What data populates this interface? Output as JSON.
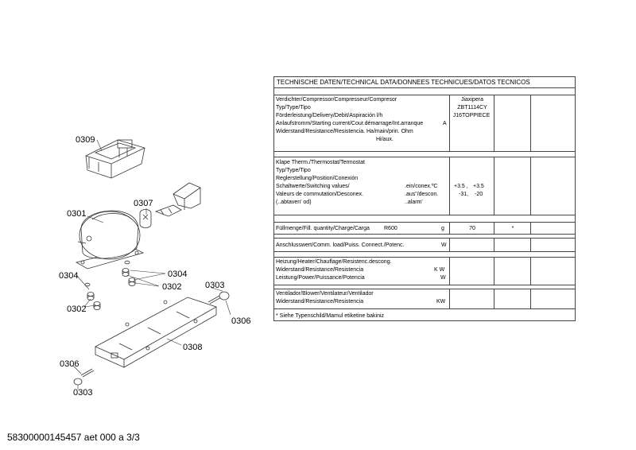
{
  "labels": {
    "p0309": "0309",
    "p0307": "0307",
    "p0301": "0301",
    "p0304a": "0304",
    "p0304b": "0304",
    "p0302a": "0302",
    "p0302b": "0302",
    "p0303a": "0303",
    "p0306a": "0306",
    "p0308": "0308",
    "p0306b": "0306",
    "p0303b": "0303"
  },
  "footer": "58300000145457 aet 000 a 3/3",
  "table": {
    "header": "TECHNISCHE DATEN/TECHNICAL DATA/DONNEES TECHNICUES/DATOS TECNICOS",
    "compressor": {
      "rows": [
        "Verdichter/Compressor/Compresseur/Compresor",
        "Typ/Type/Tipo",
        "Förderleistung/Delivery/Debit/Aspiración l/h",
        "Anlaufstromm/Starting current/Cour.démarrage/Int.arranque",
        "Widerstand/Resistance/Resistencia. Ha/main/prin. Ohm"
      ],
      "hiaux": "Hi/aux.",
      "unit_a": "A",
      "value1": "Jiaxipera",
      "value2": "ZBT1114CY",
      "value3": "J16TOPPIECE"
    },
    "thermostat": {
      "rows": [
        "Klape Therm./Thermostat/Termostat",
        "Typ/Type/Tipo",
        "Reglerstellung/Position/Conexión",
        "Schaltwerte/Switching values/",
        "Valeurs de commutation/Desconex.",
        "(..abtaven' od)"
      ],
      "ein": ".ein/conex.ºC",
      "aus": ".aus\"/descon.",
      "alarm": "..alarm'",
      "v1a": "+3.5 ,",
      "v1b": "+3.5",
      "v2a": "-31,",
      "v2b": "-20"
    },
    "charge": {
      "label": "Füllmenge/Fill. quantity/Charge/Carga",
      "refrigerant": "R600",
      "unit": "g",
      "value": "70",
      "mark": "*"
    },
    "connection": {
      "label": "Anschlusswert/Comm. load/Puiss. Connect./Potenc.",
      "unit": "W"
    },
    "heater": {
      "rows": [
        "Heizung/Heater/Chauflage/Resistenc.descong.",
        "Widerstand/Resistance/Resistencia",
        "Leistung/Power/Puissance/Potencia"
      ],
      "unit1": "K W",
      "unit2": "W"
    },
    "fan": {
      "rows": [
        "Ventilador/Blower/Ventilateur/Ventilador",
        "Widerstand/Resistance/Resistencia"
      ],
      "unit": "KW"
    },
    "note": "* Siehe Typenschild/Mamul etiketine bakiniz"
  }
}
